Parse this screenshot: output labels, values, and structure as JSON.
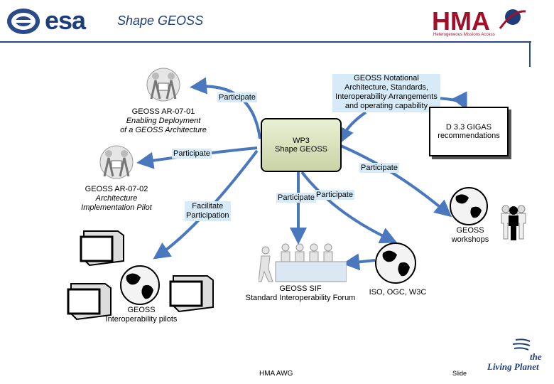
{
  "header": {
    "logo_text": "esa",
    "title": "Shape GEOSS",
    "hma_logo": "HMA",
    "hma_tagline": "Heterogeneous Missions Access"
  },
  "nodes": {
    "ar0701": {
      "line1": "GEOSS AR-07-01",
      "line2": "Enabling Deployment",
      "line3": "of a GEOSS Architecture"
    },
    "ar0702": {
      "line1": "GEOSS AR-07-02",
      "line2": "Architecture",
      "line3": "Implementation Pilot"
    },
    "wp3": {
      "line1": "WP3",
      "line2": "Shape  GEOSS"
    },
    "notational": {
      "line1": "GEOSS Notational",
      "line2": "Architecture, Standards,",
      "line3": "Interoperability Arrangements",
      "line4": "and operating capability"
    },
    "d33": {
      "line1": "D 3.3 GIGAS",
      "line2": "recommendations"
    },
    "workshops": {
      "line1": "GEOSS",
      "line2": "workshops"
    },
    "sif": {
      "line1": "GEOSS SIF",
      "line2": "Standard Interoperability Forum"
    },
    "iso": {
      "label": "ISO, OGC, W3C"
    },
    "pilots": {
      "line1": "GEOSS",
      "line2": "Interoperability pilots"
    }
  },
  "edge_labels": {
    "participate_top": "Participate",
    "participate_mid": "Participate",
    "participate_right": "Participate",
    "participate_bottom_left": "Participate",
    "participate_bottom_right": "Participate",
    "facilitate_line1": "Facilitate",
    "facilitate_line2": "Participation"
  },
  "footer": {
    "center": "HMA AWG",
    "right": "Slide",
    "brand_line1": "the",
    "brand_line2": "Living Planet"
  },
  "colors": {
    "arrow": "#4a78bf",
    "label_bg": "#d6ebf7",
    "esa_blue": "#1d3d7a",
    "hma_red": "#a0102a"
  }
}
